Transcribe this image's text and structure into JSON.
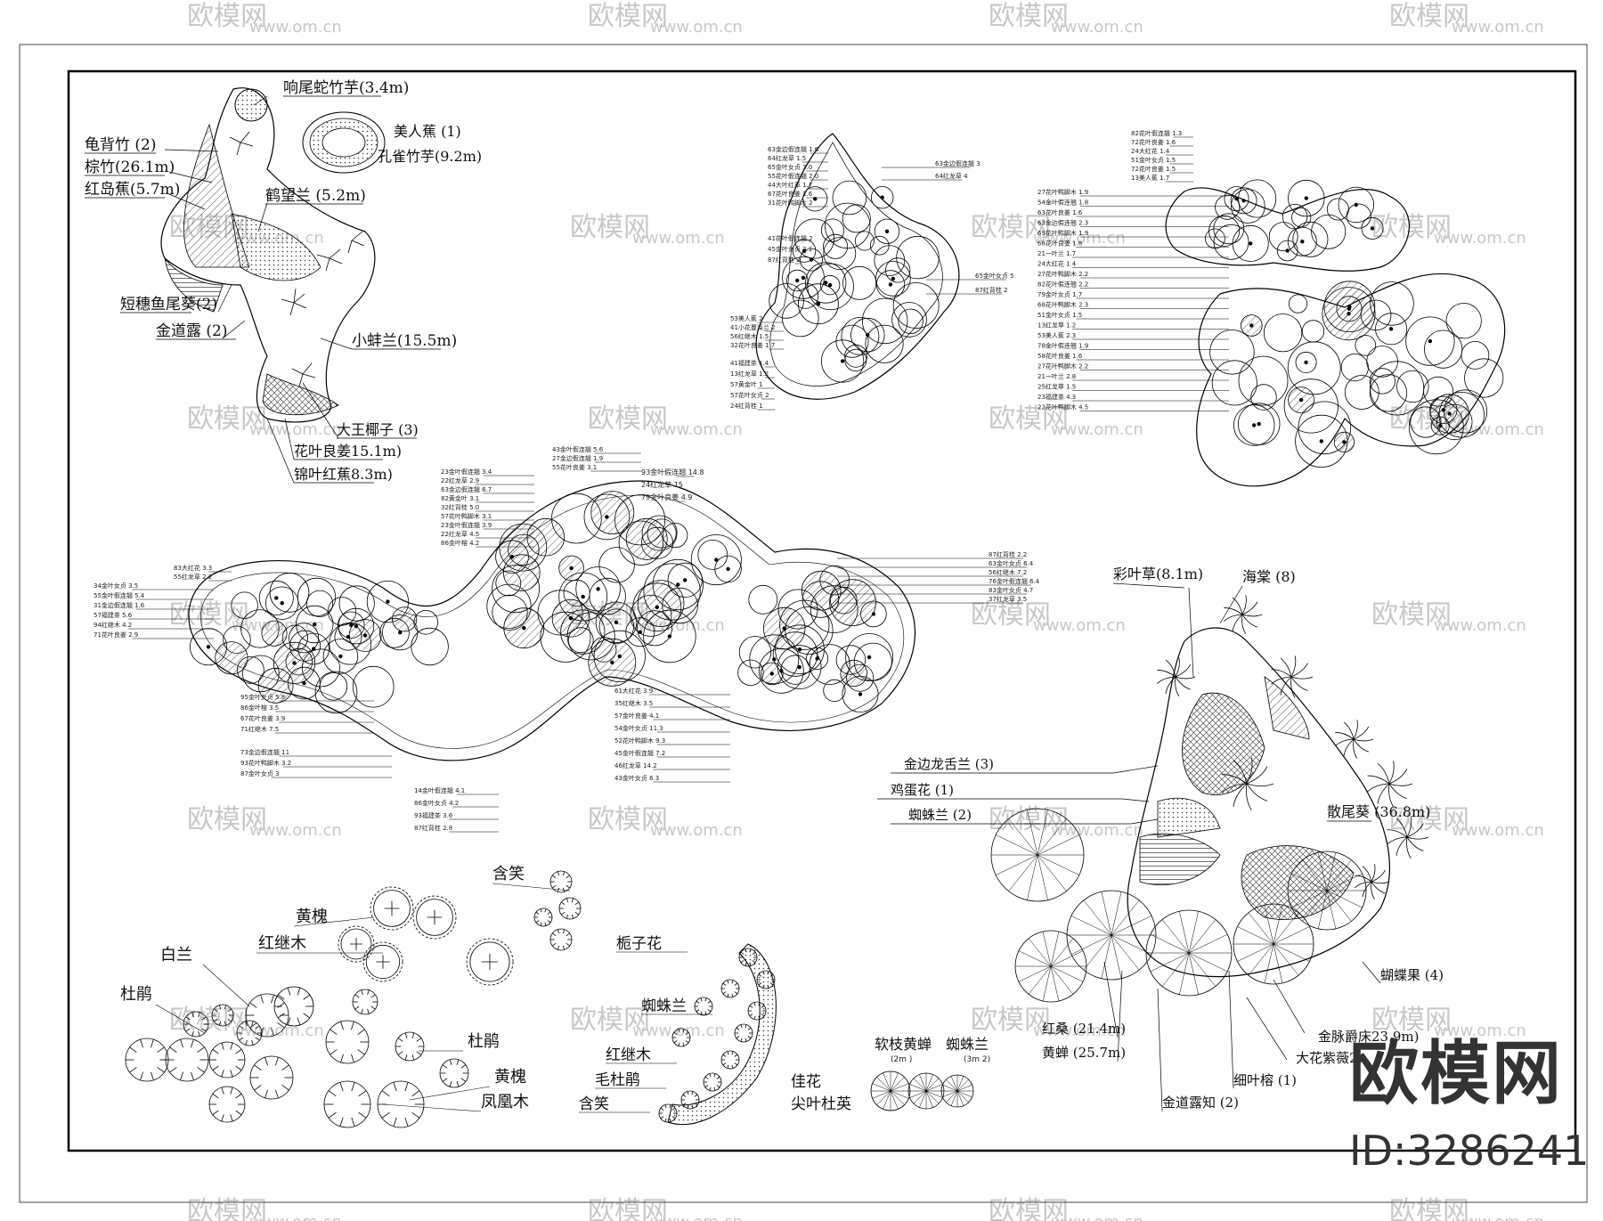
{
  "watermark": {
    "site": "www.om.cn",
    "brand": "欧模网"
  },
  "stamp": {
    "brand": "欧模网",
    "id": "ID:3286241"
  },
  "plan1": {
    "labels": [
      "响尾蛇竹芋(3.4m)",
      "龟背竹  (2)",
      "棕竹(26.1m)",
      "红岛蕉(5.7m)",
      "鹤望兰  (5.2m)",
      "短穗鱼尾葵(2)",
      "金道露   (2)",
      "小蚌兰(15.5m)",
      "大王椰子  (3)",
      "花叶良姜15.1m)",
      "锦叶红蕉8.3m)"
    ],
    "pond_labels": [
      "美人蕉    (1)",
      "孔雀竹芋(9.2m)"
    ]
  },
  "plan_center_top": {
    "labels": [
      "63金边假连翘 1.6",
      "64红龙草 1.5",
      "65金叶女贞 3.0",
      "55花叶假连翘 2.0",
      "44大叶红草 1.7",
      "67花叶良姜 1.6",
      "31花叶鸭脚木 2",
      "41花叶假连翘 2",
      "45金叶女贞 2.1",
      "87红背桂 2",
      "63金边假连翘 3",
      "64红龙草 4",
      "65金叶女贞 5",
      "87红背桂 2",
      "53美人蕉 2",
      "41小花蔓泽兰 2",
      "56红继木 1.5",
      "32花叶良姜 1.7",
      "41福建茶 1.4",
      "13红龙草 1.2",
      "57黄金叶 1",
      "57花叶女贞 2",
      "24红背桂 1"
    ]
  },
  "plan_right_top": {
    "labels": [
      "82花叶假连翘 1.3",
      "72花叶良姜 1.6",
      "24大红花 1.4",
      "51金叶女贞 1.5",
      "72花叶良姜 1.5",
      "13美人蕉 1.7",
      "27花叶鸭脚木 1.9",
      "54金叶假连翘 1.8",
      "63花叶良姜 1.6",
      "63金边假连翘 2.3",
      "69花叶鸭脚木 1.9",
      "68花叶良姜 1.8",
      "21一叶兰 1.7",
      "24大红花 1.4",
      "27花叶鸭脚木 2.2",
      "82花叶假连翘 2.2",
      "79金叶女贞 1.7",
      "68花叶鸭脚木 2.3",
      "51金叶女贞 1.5",
      "13红龙草 1.2",
      "53美人蕉 2.3",
      "78金叶假连翘 1.9",
      "58花叶良姜 1.6",
      "27花叶鸭脚木 2.2",
      "21一叶兰 2.8",
      "25红龙草 1.5",
      "23福建茶 4.3",
      "22花叶鸭脚木 4.5"
    ]
  },
  "plan_middle": {
    "labels": [
      "43金叶假连翘 5.6",
      "27金边假连翘 1.9",
      "55花叶良姜 3.1",
      "23金叶假连翘 3.4",
      "22红龙草 2.9",
      "63金边假连翘 6.7",
      "82黄金叶 3.1",
      "32红背桂 5.0",
      "57花叶鸭脚木 3.1",
      "23金叶假连翘 3.9",
      "22红龙草 4.5",
      "86金叶榕 4.2",
      "83大红花 3.3",
      "55红龙草 2.2",
      "34金叶女贞 3.5",
      "55金叶假连翘 5.4",
      "31金边假连翘 1.6",
      "57福建茶 5.6",
      "94红继木 4.2",
      "71花叶良姜 2.9",
      "95金叶女贞 5.8",
      "86金叶榕 3.5",
      "67花叶良姜 3.9",
      "71红继木 7.5",
      "73金边假连翘 11",
      "93花叶鸭脚木 3.2",
      "87金叶女贞 3",
      "93金叶假连翘 14.8",
      "24红龙草 15",
      "79金叶良姜 4.9",
      "87红背桂 2.2",
      "63金叶女贞 6.4",
      "56红继木 7.2",
      "76金叶假连翘 6.4",
      "83金叶女贞 4.7",
      "37红龙草 3.5",
      "14金叶假连翘 4.1",
      "86金叶女贞 4.2",
      "93福建茶 3.6",
      "87红背桂 2.8",
      "61大红花 3.9",
      "35红继木 3.5",
      "57金叶良姜 4.1",
      "54金叶女贞 11.3",
      "52花叶鸭脚木 9.3",
      "45金叶假连翘 7.2",
      "46红龙草 14.2",
      "43金叶女贞 6.3"
    ]
  },
  "plan4": {
    "labels": [
      "彩叶草(8.1m)",
      "海棠      (8)",
      "金边龙舌兰  (3)",
      "鸡蛋花  (1)",
      "蜘蛛兰  (2)",
      "散尾葵  (36.8m)",
      "蝴蝶果         (4)",
      "金脉爵床23.9m)",
      "大花紫薇2)",
      "红桑    (21.4m)",
      "黄蝉    (25.7m)",
      "细叶榕    (1)",
      "金道露知    (2)"
    ]
  },
  "plan_bottom_left": {
    "labels": [
      "含笑",
      "黄槐",
      "红继木",
      "白兰",
      "杜鹃",
      "杜鹃",
      "黄槐",
      "凤凰木"
    ]
  },
  "plan_bottom_mid": {
    "labels": [
      "栀子花",
      "蜘蛛兰",
      "红继木",
      "毛杜鹃",
      "含笑"
    ]
  },
  "plan_bottom_right": {
    "labels": [
      "软枝黄蝉",
      "蜘蛛兰",
      "佳花",
      "尖叶杜英"
    ],
    "sub_labels": [
      "(2m )",
      "(3m 2)"
    ]
  }
}
